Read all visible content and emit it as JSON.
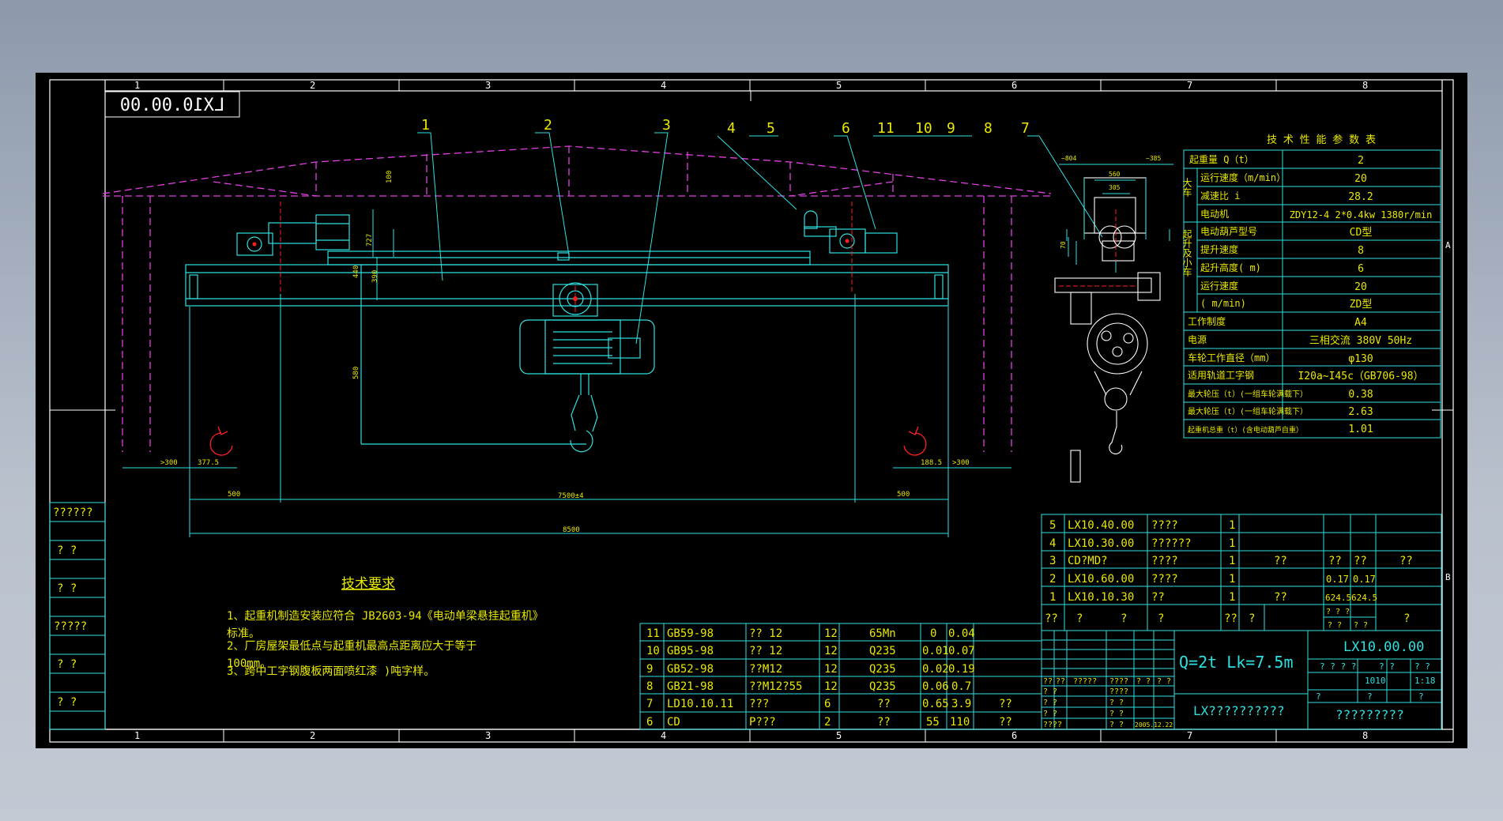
{
  "colors": {
    "bg": "#000000",
    "frame": "#ffffff",
    "line": "#2fe0e0",
    "text": "#e8e800",
    "pink": "#e040e0",
    "red": "#ff2020",
    "white": "#ffffff"
  },
  "title_box": "LX10.00.00",
  "grid_numbers": [
    "1",
    "2",
    "3",
    "4",
    "5",
    "6",
    "7",
    "8"
  ],
  "grid_letters": [
    "A",
    "B"
  ],
  "callouts": [
    "1",
    "2",
    "3",
    "4",
    "5",
    "6",
    "11",
    "10",
    "9",
    "8",
    "7"
  ],
  "dims_front": {
    "d100": "100",
    "d727": "727",
    "d440": "440",
    "d390": "390",
    "d580": "580",
    "left300": ">300",
    "d377": "377.5",
    "right300": ">300",
    "d188": "188.5",
    "span_left": "500",
    "span_mid": "7500±4",
    "span_right": "500",
    "total": "8500"
  },
  "dims_side": {
    "top_left": "~804",
    "top_right": "~385",
    "d560": "560",
    "d305": "305",
    "d70": "70"
  },
  "left_column": [
    "??????",
    "?  ?",
    "?  ?",
    "?????",
    "?  ?",
    "?  ?"
  ],
  "perf": {
    "title": "技 术 性 能 参 数 表",
    "groups": {
      "big": "大车",
      "lift": "起升及小车"
    },
    "rows": [
      {
        "label": "起重量   Q（t）",
        "value": "2"
      },
      {
        "label": "运行速度（m/min）",
        "value": "20"
      },
      {
        "label": "减速比   i",
        "value": "28.2"
      },
      {
        "label": "电动机",
        "value": "ZDY12-4 2*0.4kw 1380r/min"
      },
      {
        "label": "电动葫芦型号",
        "value": "CD型"
      },
      {
        "label": "提升速度",
        "value": "8"
      },
      {
        "label": "起升高度( m)",
        "value": "6"
      },
      {
        "label": "运行速度",
        "value": "20"
      },
      {
        "label": "( m/min)",
        "value": "ZD型"
      },
      {
        "label": "工作制度",
        "value": "A4"
      },
      {
        "label": "电源",
        "value": "三相交流  380V  50Hz"
      },
      {
        "label": "车轮工作直径（mm）",
        "value": "φ130"
      },
      {
        "label": "适用轨道工字钢",
        "value": "I20a~I45c（GB706-98）"
      },
      {
        "label": "最大轮压（t）(一组车轮满载下）",
        "value": "0.38"
      },
      {
        "label": "最大轮压（t）(一组车轮满载下）",
        "value": "2.63"
      },
      {
        "label": "起重机总重（t）(含电动葫芦自重）",
        "value": "1.01"
      }
    ]
  },
  "tech": {
    "title": "技术要求",
    "lines": [
      "1、起重机制造安装应符合 JB2603-94《电动单梁悬挂起重机》",
      "标准。",
      "2、厂房屋架最低点与起重机最高点距离应大于等于",
      "100mm。",
      "3、跨中工字钢腹板两面喷红漆 )吨字样。"
    ]
  },
  "bom_upper": {
    "rows": [
      [
        "5",
        "LX10.40.00",
        "????",
        "1",
        "",
        "",
        "",
        ""
      ],
      [
        "4",
        "LX10.30.00",
        "??????",
        "1",
        "",
        "",
        "",
        ""
      ],
      [
        "3",
        "CD?MD?",
        "????",
        "1",
        "??",
        "??",
        "??",
        "??"
      ],
      [
        "2",
        "LX10.60.00",
        "????",
        "1",
        "",
        "0.17",
        "0.17",
        ""
      ],
      [
        "1",
        "LX10.10.30",
        "??",
        "1",
        "??",
        "624.5",
        "624.5",
        ""
      ]
    ],
    "header": [
      "??",
      "?",
      "?",
      "?",
      "??",
      "?",
      "? ? ?",
      "?"
    ],
    "header_sub": [
      "? ?",
      "? ?"
    ]
  },
  "bom_lower": [
    [
      "11",
      "GB59-98",
      "?? 12",
      "12",
      "65Mn",
      "0",
      "0.04",
      ""
    ],
    [
      "10",
      "GB95-98",
      "?? 12",
      "12",
      "Q235",
      "0.01",
      "0.07",
      ""
    ],
    [
      "9",
      "GB52-98",
      "??M12",
      "12",
      "Q235",
      "0.02",
      "0.19",
      ""
    ],
    [
      "8",
      "GB21-98",
      "??M12?55",
      "12",
      "Q235",
      "0.06",
      "0.7",
      ""
    ],
    [
      "7",
      "LD10.10.11",
      "???",
      "6",
      "??",
      "0.65",
      "3.9",
      "??"
    ],
    [
      "6",
      "CD",
      "P???",
      "2",
      "??",
      "55",
      "110",
      "??"
    ]
  ],
  "title_block": {
    "spec": "Q=2t     Lk=7.5m",
    "drawing_no": "LX10.00.00",
    "name": "LX??????????",
    "company": "?????????",
    "scale_hdr": [
      "? ? ? ?",
      "?  ?",
      "?  ?"
    ],
    "weight": "1010",
    "scale": "1:18",
    "sheet": [
      "?",
      "?",
      "?"
    ],
    "rev_rows": [
      [
        "??",
        "??",
        "?????",
        "????",
        "? ?",
        "? ?"
      ],
      [
        "? ?",
        "",
        "",
        "????",
        "",
        ""
      ],
      [
        "? ?",
        "",
        "",
        "? ?",
        "",
        ""
      ],
      [
        "? ?",
        "",
        "",
        "? ?",
        "",
        ""
      ],
      [
        "????",
        "",
        "",
        "? ?",
        "2005.12.22",
        ""
      ]
    ]
  }
}
